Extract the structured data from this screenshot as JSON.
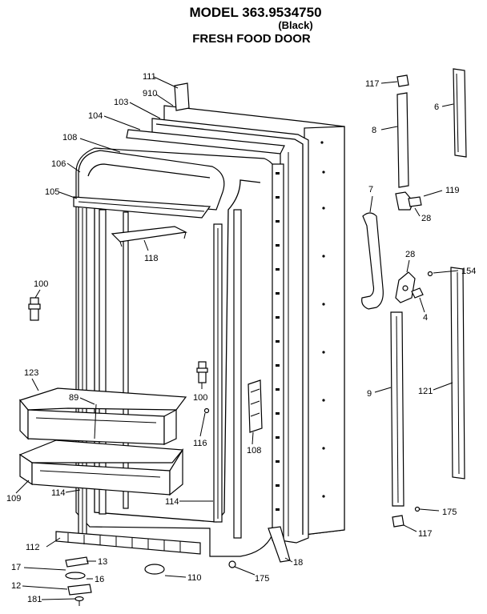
{
  "header": {
    "model": "MODEL 363.9534750",
    "variant": "(Black)",
    "section": "FRESH FOOD DOOR"
  },
  "callouts": {
    "p111": "111",
    "p910": "910",
    "p103": "103",
    "p104": "104",
    "p108a": "108",
    "p106": "106",
    "p105": "105",
    "p118": "118",
    "p100a": "100",
    "p123": "123",
    "p89": "89",
    "p100b": "100",
    "p116": "116",
    "p108b": "108",
    "p109": "109",
    "p114a": "114",
    "p114b": "114",
    "p112": "112",
    "p13": "13",
    "p17": "17",
    "p16": "16",
    "p12": "12",
    "p181": "181",
    "p110": "110",
    "p175a": "175",
    "p18": "18",
    "p117a": "117",
    "p6": "6",
    "p8": "8",
    "p7": "7",
    "p119": "119",
    "p28a": "28",
    "p28b": "28",
    "p154": "154",
    "p4": "4",
    "p9": "9",
    "p121": "121",
    "p175b": "175",
    "p117b": "117"
  }
}
